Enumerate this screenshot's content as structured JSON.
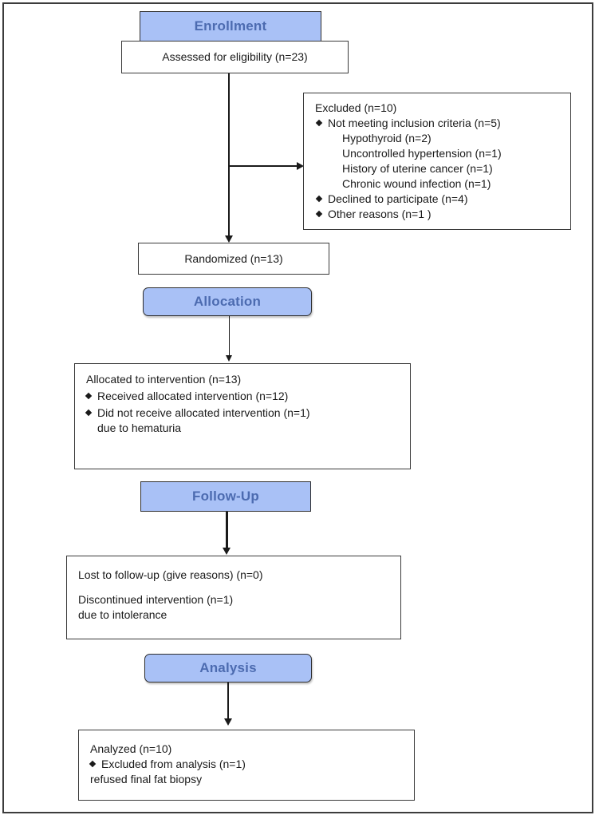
{
  "stages": {
    "enrollment": "Enrollment",
    "allocation": "Allocation",
    "followup": "Follow-Up",
    "analysis": "Analysis"
  },
  "assessed": "Assessed for eligibility (n=23)",
  "excluded": {
    "title": "Excluded (n=10)",
    "not_meeting": "Not meeting inclusion criteria (n=5)",
    "sub": [
      "Hypothyroid (n=2)",
      "Uncontrolled hypertension (n=1)",
      "History of uterine cancer (n=1)",
      "Chronic wound infection (n=1)"
    ],
    "declined": "Declined to participate (n=4)",
    "other": "Other reasons (n=1 )"
  },
  "randomized": "Randomized (n=13)",
  "allocated": {
    "title": "Allocated to intervention (n=13)",
    "received": "Received allocated intervention (n=12)",
    "not_received": "Did not receive allocated intervention (n=1)",
    "not_received_reason": "due to hematuria"
  },
  "followup_box": {
    "lost": "Lost to follow-up (give reasons) (n=0)",
    "discontinued": "Discontinued intervention (n=1)",
    "discontinued_reason": "due to intolerance"
  },
  "analysis_box": {
    "analyzed": "Analyzed (n=10)",
    "excluded": "Excluded from analysis (n=1)",
    "excluded_reason": "refused final fat biopsy"
  }
}
